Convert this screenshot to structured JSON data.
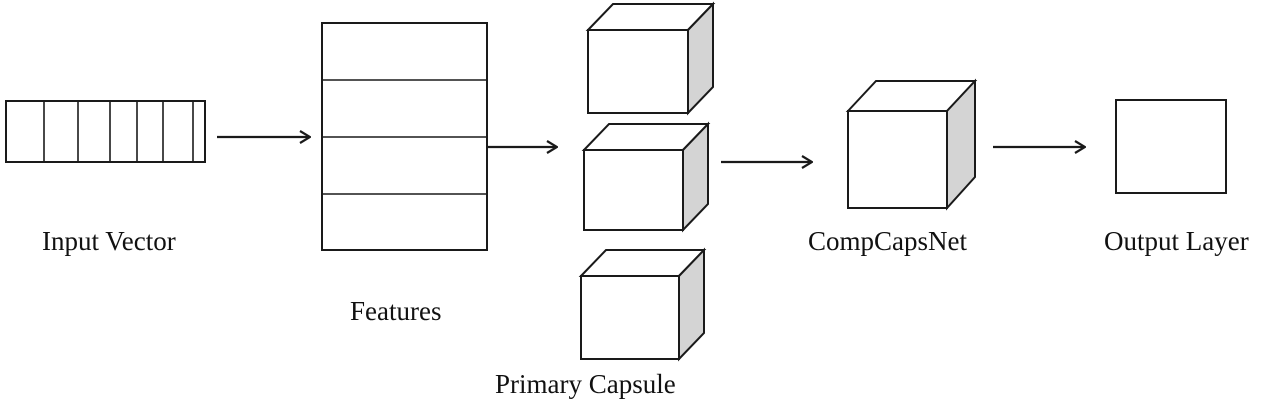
{
  "labels": {
    "input_vector": "Input Vector",
    "features": "Features",
    "primary_capsule": "Primary Capsule",
    "compcapsnet": "CompCapsNet",
    "output_layer": "Output Layer"
  },
  "structure": {
    "input_vector_cells": 7,
    "feature_rows": 4,
    "primary_capsules": 3
  },
  "colors": {
    "stroke": "#1a1a1a",
    "face": "#ffffff",
    "side": "#d4d4d4"
  }
}
